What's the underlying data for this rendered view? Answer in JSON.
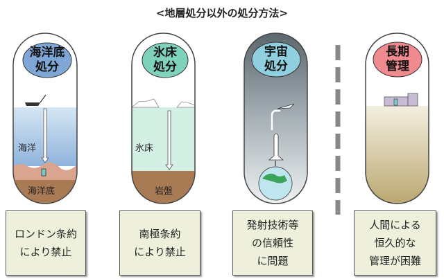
{
  "title": "<地層処分以外の処分方法>",
  "methods": [
    {
      "label_lines": [
        "海洋底",
        "処分"
      ],
      "color": "#7ea7d6",
      "inner_labels": [
        "海洋",
        "海洋底"
      ],
      "note_lines": [
        "ロンドン条約",
        "により禁止"
      ]
    },
    {
      "label_lines": [
        "氷床",
        "処分"
      ],
      "color": "#7fd3bd",
      "inner_labels": [
        "氷床",
        "岩盤"
      ],
      "note_lines": [
        "南極条約",
        "により禁止"
      ]
    },
    {
      "label_lines": [
        "宇宙",
        "処分"
      ],
      "color": "#8fcfe0",
      "inner_labels": [],
      "note_lines": [
        "発射技術等",
        "の信頼性",
        "に問題"
      ]
    },
    {
      "label_lines": [
        "長期",
        "管理"
      ],
      "color": "#f08a8f",
      "inner_labels": [],
      "note_lines": [
        "人間による",
        "恒久的な",
        "管理が困難"
      ]
    }
  ]
}
